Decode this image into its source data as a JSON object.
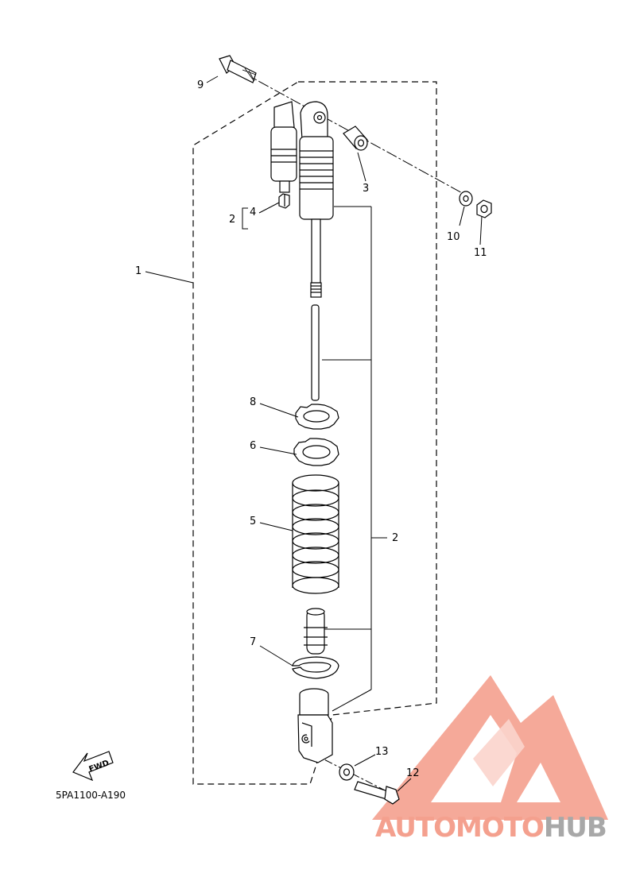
{
  "diagram": {
    "code": "5PA1100-A190",
    "fwd_label": "FWD",
    "labels": {
      "p1": "1",
      "p2a": "2",
      "p2b": "2",
      "p3": "3",
      "p4": "4",
      "p5": "5",
      "p6": "6",
      "p7": "7",
      "p8": "8",
      "p9": "9",
      "p10": "10",
      "p11": "11",
      "p12": "12",
      "p13": "13"
    }
  },
  "watermark": {
    "part1": "AUTO",
    "part2": "MOTO",
    "part3": "HUB",
    "color_main": "#f4a08e",
    "color_gray": "#a8a8a8"
  }
}
